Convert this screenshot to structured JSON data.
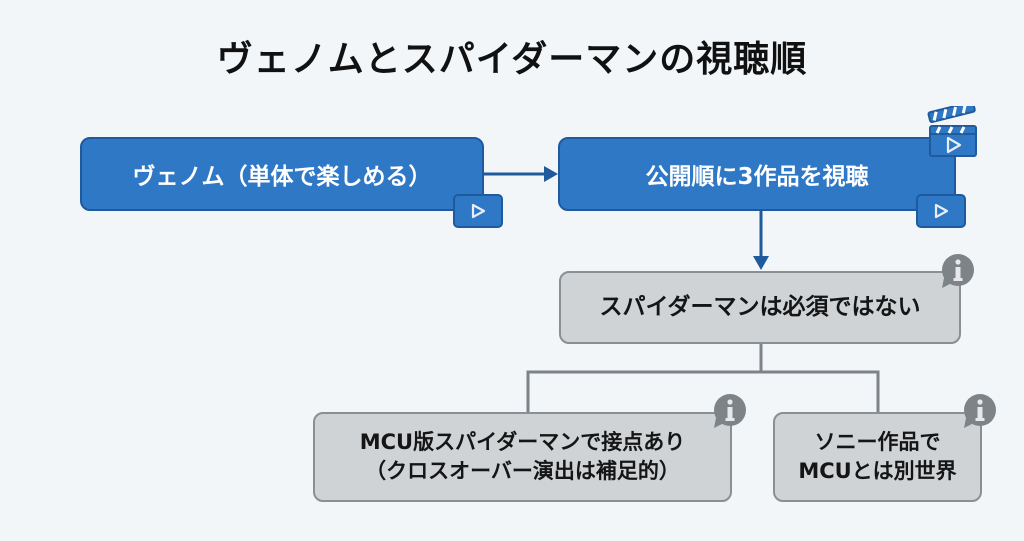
{
  "title": "ヴェノムとスパイダーマンの視聴順",
  "colors": {
    "primary_blue": "#2f78c6",
    "blue_border": "#1f5a9c",
    "note_gray": "#cfd3d6",
    "line_gray": "#7d8387",
    "background": "#f2f6f8"
  },
  "nodes": {
    "venom": {
      "label": "ヴェノム（単体で楽しめる）",
      "icon": "play-icon"
    },
    "watch_order": {
      "label": "公開順に3作品を視聴",
      "icons": [
        "clapperboard-icon",
        "play-icon"
      ]
    },
    "spiderman_optional": {
      "label": "スパイダーマンは必須ではない",
      "icon": "info-icon"
    },
    "mcu_contact": {
      "line1": "MCU版スパイダーマンで接点あり",
      "line2": "（クロスオーバー演出は補足的）",
      "icon": "info-icon"
    },
    "sony_world": {
      "line1": "ソニー作品で",
      "line2": "MCUとは別世界",
      "icon": "info-icon"
    }
  },
  "edges": [
    {
      "from": "venom",
      "to": "watch_order",
      "type": "arrow"
    },
    {
      "from": "watch_order",
      "to": "spiderman_optional",
      "type": "arrow"
    },
    {
      "from": "spiderman_optional",
      "to": "mcu_contact",
      "type": "line"
    },
    {
      "from": "spiderman_optional",
      "to": "sony_world",
      "type": "line"
    }
  ]
}
